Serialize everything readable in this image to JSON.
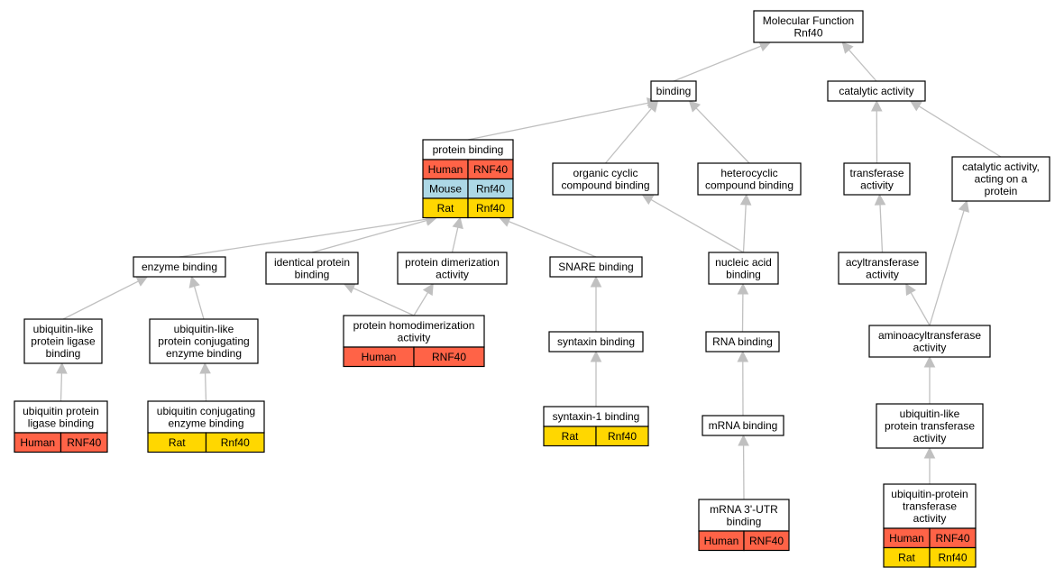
{
  "colors": {
    "human": "#ff6347",
    "mouse": "#add8e6",
    "rat": "#ffd700",
    "edge": "#c0c0c0",
    "border": "#000000"
  },
  "nodes": [
    {
      "id": "mf",
      "lines": [
        "Molecular Function",
        "Rnf40"
      ],
      "rows": []
    },
    {
      "id": "binding",
      "lines": [
        "binding"
      ],
      "rows": []
    },
    {
      "id": "catalytic",
      "lines": [
        "catalytic activity"
      ],
      "rows": []
    },
    {
      "id": "protein_binding",
      "lines": [
        "protein binding"
      ],
      "rows": [
        {
          "species": "Human",
          "gene": "RNF40",
          "color": "human"
        },
        {
          "species": "Mouse",
          "gene": "Rnf40",
          "color": "mouse"
        },
        {
          "species": "Rat",
          "gene": "Rnf40",
          "color": "rat"
        }
      ]
    },
    {
      "id": "organic",
      "lines": [
        "organic cyclic",
        "compound binding"
      ],
      "rows": []
    },
    {
      "id": "heterocyclic",
      "lines": [
        "heterocyclic",
        "compound binding"
      ],
      "rows": []
    },
    {
      "id": "transferase",
      "lines": [
        "transferase",
        "activity"
      ],
      "rows": []
    },
    {
      "id": "cat_protein",
      "lines": [
        "catalytic activity,",
        "acting on a",
        "protein"
      ],
      "rows": []
    },
    {
      "id": "enzyme",
      "lines": [
        "enzyme binding"
      ],
      "rows": []
    },
    {
      "id": "identical",
      "lines": [
        "identical protein",
        "binding"
      ],
      "rows": []
    },
    {
      "id": "dimerization",
      "lines": [
        "protein dimerization",
        "activity"
      ],
      "rows": []
    },
    {
      "id": "snare",
      "lines": [
        "SNARE binding"
      ],
      "rows": []
    },
    {
      "id": "nucleic",
      "lines": [
        "nucleic acid",
        "binding"
      ],
      "rows": []
    },
    {
      "id": "acyltransferase",
      "lines": [
        "acyltransferase",
        "activity"
      ],
      "rows": []
    },
    {
      "id": "ubl_ligase",
      "lines": [
        "ubiquitin-like",
        "protein ligase",
        "binding"
      ],
      "rows": []
    },
    {
      "id": "ubl_conj",
      "lines": [
        "ubiquitin-like",
        "protein conjugating",
        "enzyme binding"
      ],
      "rows": []
    },
    {
      "id": "homodimer",
      "lines": [
        "protein homodimerization",
        "activity"
      ],
      "rows": [
        {
          "species": "Human",
          "gene": "RNF40",
          "color": "human"
        }
      ]
    },
    {
      "id": "syntaxin",
      "lines": [
        "syntaxin binding"
      ],
      "rows": []
    },
    {
      "id": "rna",
      "lines": [
        "RNA binding"
      ],
      "rows": []
    },
    {
      "id": "aminoacyl",
      "lines": [
        "aminoacyltransferase",
        "activity"
      ],
      "rows": []
    },
    {
      "id": "ub_ligase",
      "lines": [
        "ubiquitin protein",
        "ligase binding"
      ],
      "rows": [
        {
          "species": "Human",
          "gene": "RNF40",
          "color": "human"
        }
      ]
    },
    {
      "id": "ub_conj",
      "lines": [
        "ubiquitin conjugating",
        "enzyme binding"
      ],
      "rows": [
        {
          "species": "Rat",
          "gene": "Rnf40",
          "color": "rat"
        }
      ]
    },
    {
      "id": "syntaxin1",
      "lines": [
        "syntaxin-1 binding"
      ],
      "rows": [
        {
          "species": "Rat",
          "gene": "Rnf40",
          "color": "rat"
        }
      ]
    },
    {
      "id": "mrna",
      "lines": [
        "mRNA binding"
      ],
      "rows": []
    },
    {
      "id": "ubl_transferase",
      "lines": [
        "ubiquitin-like",
        "protein transferase",
        "activity"
      ],
      "rows": []
    },
    {
      "id": "mrna3utr",
      "lines": [
        "mRNA 3'-UTR",
        "binding"
      ],
      "rows": [
        {
          "species": "Human",
          "gene": "RNF40",
          "color": "human"
        }
      ]
    },
    {
      "id": "ub_transferase",
      "lines": [
        "ubiquitin-protein",
        "transferase",
        "activity"
      ],
      "rows": [
        {
          "species": "Human",
          "gene": "RNF40",
          "color": "human"
        },
        {
          "species": "Rat",
          "gene": "Rnf40",
          "color": "rat"
        }
      ]
    }
  ],
  "edges": [
    {
      "from": "binding",
      "to": "mf"
    },
    {
      "from": "catalytic",
      "to": "mf"
    },
    {
      "from": "protein_binding",
      "to": "binding"
    },
    {
      "from": "organic",
      "to": "binding"
    },
    {
      "from": "heterocyclic",
      "to": "binding"
    },
    {
      "from": "transferase",
      "to": "catalytic"
    },
    {
      "from": "cat_protein",
      "to": "catalytic"
    },
    {
      "from": "enzyme",
      "to": "protein_binding"
    },
    {
      "from": "identical",
      "to": "protein_binding"
    },
    {
      "from": "dimerization",
      "to": "protein_binding"
    },
    {
      "from": "snare",
      "to": "protein_binding"
    },
    {
      "from": "nucleic",
      "to": "organic"
    },
    {
      "from": "nucleic",
      "to": "heterocyclic"
    },
    {
      "from": "acyltransferase",
      "to": "transferase"
    },
    {
      "from": "ubl_ligase",
      "to": "enzyme"
    },
    {
      "from": "ubl_conj",
      "to": "enzyme"
    },
    {
      "from": "homodimer",
      "to": "identical"
    },
    {
      "from": "homodimer",
      "to": "dimerization"
    },
    {
      "from": "syntaxin",
      "to": "snare"
    },
    {
      "from": "rna",
      "to": "nucleic"
    },
    {
      "from": "aminoacyl",
      "to": "acyltransferase"
    },
    {
      "from": "aminoacyl",
      "to": "cat_protein"
    },
    {
      "from": "ub_ligase",
      "to": "ubl_ligase"
    },
    {
      "from": "ub_conj",
      "to": "ubl_conj"
    },
    {
      "from": "syntaxin1",
      "to": "syntaxin"
    },
    {
      "from": "mrna",
      "to": "rna"
    },
    {
      "from": "ubl_transferase",
      "to": "aminoacyl"
    },
    {
      "from": "mrna3utr",
      "to": "mrna"
    },
    {
      "from": "ub_transferase",
      "to": "ubl_transferase"
    }
  ]
}
